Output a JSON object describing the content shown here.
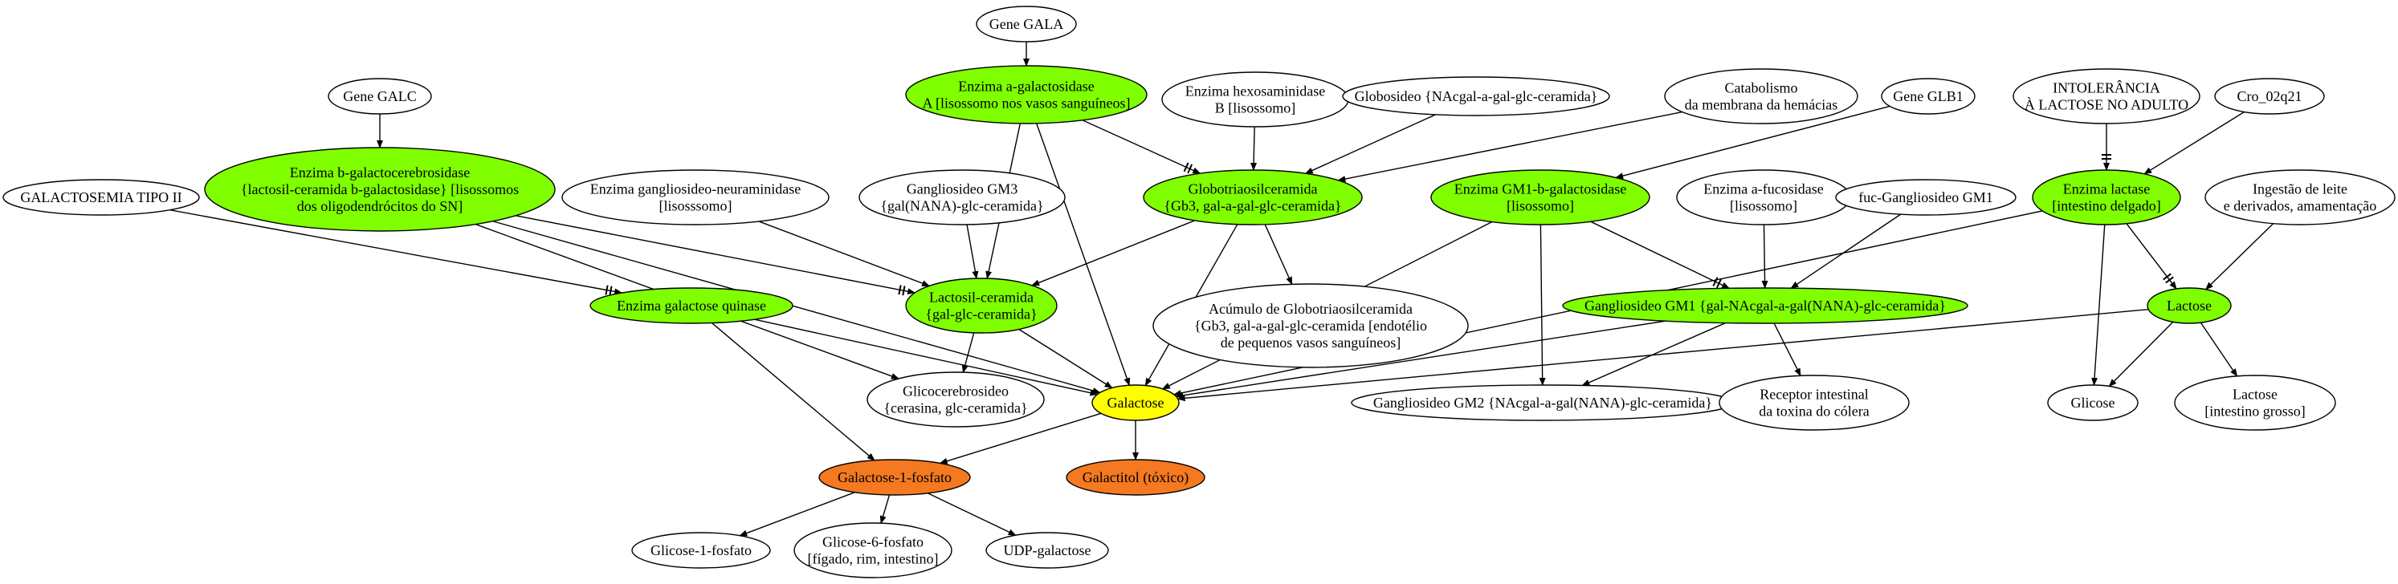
{
  "colors": {
    "enzyme": "#7fff00",
    "central": "#ffff00",
    "toxic": "#f47920",
    "default": "#ffffff",
    "stroke": "#000000"
  },
  "nodes": [
    {
      "id": "gene_gala",
      "lines": [
        "Gene GALA"
      ],
      "kind": "default"
    },
    {
      "id": "enz_a_gal",
      "lines": [
        "Enzima a-galactosidase",
        "A [lisossomo nos vasos sanguíneos]"
      ],
      "kind": "enzyme"
    },
    {
      "id": "enz_hex",
      "lines": [
        "Enzima hexosaminidase",
        "B [lisossomo]"
      ],
      "kind": "default"
    },
    {
      "id": "globosideo",
      "lines": [
        "Globosideo {NAcgal-a-gal-glc-ceramida}"
      ],
      "kind": "default"
    },
    {
      "id": "catabolismo",
      "lines": [
        "Catabolismo",
        "da membrana da hemácias"
      ],
      "kind": "default"
    },
    {
      "id": "gene_glb1",
      "lines": [
        "Gene GLB1"
      ],
      "kind": "default"
    },
    {
      "id": "intolerancia",
      "lines": [
        "INTOLERÂNCIA",
        "À LACTOSE NO ADULTO"
      ],
      "kind": "default"
    },
    {
      "id": "cro",
      "lines": [
        "Cro_02q21"
      ],
      "kind": "default"
    },
    {
      "id": "gene_galc",
      "lines": [
        "Gene GALC"
      ],
      "kind": "default"
    },
    {
      "id": "enz_b_galcer",
      "lines": [
        "Enzima b-galactocerebrosidase",
        "{lactosil-ceramida b-galactosidase} [lisossomos",
        "dos oligodendrócitos do SN]"
      ],
      "kind": "enzyme"
    },
    {
      "id": "enz_neur",
      "lines": [
        "Enzima gangliosideo-neuraminidase",
        "[lisosssomo]"
      ],
      "kind": "default"
    },
    {
      "id": "gm3",
      "lines": [
        "Gangliosideo GM3",
        "{gal(NANA)-glc-ceramida}"
      ],
      "kind": "default"
    },
    {
      "id": "globotriao",
      "lines": [
        "Globotriaosilceramida",
        "{Gb3, gal-a-gal-glc-ceramida}"
      ],
      "kind": "enzyme"
    },
    {
      "id": "enz_gm1",
      "lines": [
        "Enzima GM1-b-galactosidase",
        "[lisossomo]"
      ],
      "kind": "enzyme"
    },
    {
      "id": "enz_afuc",
      "lines": [
        "Enzima a-fucosidase",
        "[lisossomo]"
      ],
      "kind": "default"
    },
    {
      "id": "fuc_gm1",
      "lines": [
        "fuc-Gangliosideo GM1"
      ],
      "kind": "default"
    },
    {
      "id": "enz_lactase",
      "lines": [
        "Enzima lactase",
        "[intestino delgado]"
      ],
      "kind": "enzyme"
    },
    {
      "id": "ingestao",
      "lines": [
        "Ingestão de leite",
        "e derivados, amamentação"
      ],
      "kind": "default"
    },
    {
      "id": "galactosemia",
      "lines": [
        "GALACTOSEMIA TIPO II"
      ],
      "kind": "default"
    },
    {
      "id": "enz_gal_quin",
      "lines": [
        "Enzima galactose quinase"
      ],
      "kind": "enzyme"
    },
    {
      "id": "lactosil",
      "lines": [
        "Lactosil-ceramida",
        "{gal-glc-ceramida}"
      ],
      "kind": "enzyme"
    },
    {
      "id": "acumulo",
      "lines": [
        "Acúmulo de Globotriaosilceramida",
        "{Gb3, gal-a-gal-glc-ceramida [endotélio",
        "de pequenos vasos sanguíneos]"
      ],
      "kind": "default"
    },
    {
      "id": "gm1",
      "lines": [
        "Gangliosideo GM1 {gal-NAcgal-a-gal(NANA)-glc-ceramida}"
      ],
      "kind": "enzyme"
    },
    {
      "id": "lactose",
      "lines": [
        "Lactose"
      ],
      "kind": "enzyme"
    },
    {
      "id": "glicocerebrosideo",
      "lines": [
        "Glicocerebrosideo",
        "{cerasina, glc-ceramida}"
      ],
      "kind": "default"
    },
    {
      "id": "galactose",
      "lines": [
        "Galactose"
      ],
      "kind": "central"
    },
    {
      "id": "gm2",
      "lines": [
        "Gangliosideo GM2 {NAcgal-a-gal(NANA)-glc-ceramida}"
      ],
      "kind": "default"
    },
    {
      "id": "receptor",
      "lines": [
        "Receptor intestinal",
        "da toxina do cólera"
      ],
      "kind": "default"
    },
    {
      "id": "glicose",
      "lines": [
        "Glicose"
      ],
      "kind": "default"
    },
    {
      "id": "lactose_gross",
      "lines": [
        "Lactose",
        "[intestino grosso]"
      ],
      "kind": "default"
    },
    {
      "id": "gal1p",
      "lines": [
        "Galactose-1-fosfato"
      ],
      "kind": "toxic"
    },
    {
      "id": "galactitol",
      "lines": [
        "Galactitol (tóxico)"
      ],
      "kind": "toxic"
    },
    {
      "id": "g1p",
      "lines": [
        "Glicose-1-fosfato"
      ],
      "kind": "default"
    },
    {
      "id": "g6p",
      "lines": [
        "Glicose-6-fosfato",
        "[fígado, rim, intestino]"
      ],
      "kind": "default"
    },
    {
      "id": "udp",
      "lines": [
        "UDP-galactose"
      ],
      "kind": "default"
    }
  ],
  "edges": [
    {
      "from": "gene_gala",
      "to": "enz_a_gal",
      "type": "arrow"
    },
    {
      "from": "gene_galc",
      "to": "enz_b_galcer",
      "type": "arrow"
    },
    {
      "from": "enz_a_gal",
      "to": "globotriao",
      "type": "inhibit"
    },
    {
      "from": "enz_a_gal",
      "to": "lactosil",
      "type": "arrow"
    },
    {
      "from": "enz_a_gal",
      "to": "galactose",
      "type": "arrow"
    },
    {
      "from": "enz_hex",
      "to": "globotriao",
      "type": "arrow"
    },
    {
      "from": "globosideo",
      "to": "globotriao",
      "type": "arrow"
    },
    {
      "from": "catabolismo",
      "to": "globotriao",
      "type": "arrow"
    },
    {
      "from": "gene_glb1",
      "to": "enz_gm1",
      "type": "arrow"
    },
    {
      "from": "intolerancia",
      "to": "enz_lactase",
      "type": "inhibit"
    },
    {
      "from": "cro",
      "to": "enz_lactase",
      "type": "arrow"
    },
    {
      "from": "enz_b_galcer",
      "to": "lactosil",
      "type": "inhibit"
    },
    {
      "from": "enz_b_galcer",
      "to": "glicocerebrosideo",
      "type": "arrow"
    },
    {
      "from": "enz_b_galcer",
      "to": "galactose",
      "type": "arrow"
    },
    {
      "from": "enz_neur",
      "to": "lactosil",
      "type": "arrow"
    },
    {
      "from": "gm3",
      "to": "lactosil",
      "type": "arrow"
    },
    {
      "from": "globotriao",
      "to": "lactosil",
      "type": "arrow"
    },
    {
      "from": "globotriao",
      "to": "acumulo",
      "type": "arrow"
    },
    {
      "from": "globotriao",
      "to": "galactose",
      "type": "arrow"
    },
    {
      "from": "enz_gm1",
      "to": "gm1",
      "type": "inhibit"
    },
    {
      "from": "enz_gm1",
      "to": "galactose",
      "type": "arrow"
    },
    {
      "from": "enz_gm1",
      "to": "gm2",
      "type": "arrow"
    },
    {
      "from": "enz_afuc",
      "to": "gm1",
      "type": "arrow"
    },
    {
      "from": "fuc_gm1",
      "to": "gm1",
      "type": "arrow"
    },
    {
      "from": "enz_lactase",
      "to": "lactose",
      "type": "inhibit"
    },
    {
      "from": "enz_lactase",
      "to": "glicose",
      "type": "arrow"
    },
    {
      "from": "enz_lactase",
      "to": "galactose",
      "type": "arrow"
    },
    {
      "from": "ingestao",
      "to": "lactose",
      "type": "arrow"
    },
    {
      "from": "galactosemia",
      "to": "enz_gal_quin",
      "type": "inhibit"
    },
    {
      "from": "enz_gal_quin",
      "to": "galactose",
      "type": "arrow"
    },
    {
      "from": "enz_gal_quin",
      "to": "gal1p",
      "type": "arrow"
    },
    {
      "from": "lactosil",
      "to": "glicocerebrosideo",
      "type": "arrow"
    },
    {
      "from": "lactosil",
      "to": "galactose",
      "type": "arrow"
    },
    {
      "from": "gm1",
      "to": "galactose",
      "type": "arrow"
    },
    {
      "from": "gm1",
      "to": "gm2",
      "type": "arrow"
    },
    {
      "from": "gm1",
      "to": "receptor",
      "type": "arrow"
    },
    {
      "from": "lactose",
      "to": "glicose",
      "type": "arrow"
    },
    {
      "from": "lactose",
      "to": "lactose_gross",
      "type": "arrow"
    },
    {
      "from": "lactose",
      "to": "galactose",
      "type": "arrow"
    },
    {
      "from": "galactose",
      "to": "gal1p",
      "type": "arrow"
    },
    {
      "from": "galactose",
      "to": "galactitol",
      "type": "arrow"
    },
    {
      "from": "gal1p",
      "to": "g1p",
      "type": "arrow"
    },
    {
      "from": "gal1p",
      "to": "g6p",
      "type": "arrow"
    },
    {
      "from": "gal1p",
      "to": "udp",
      "type": "arrow"
    }
  ]
}
